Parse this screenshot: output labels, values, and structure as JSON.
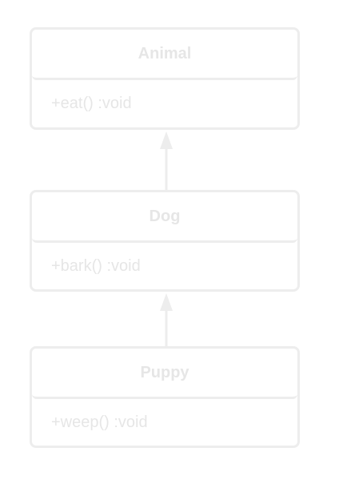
{
  "diagram": {
    "classes": [
      {
        "name": "Animal",
        "method": "+eat() :void"
      },
      {
        "name": "Dog",
        "method": "+bark() :void"
      },
      {
        "name": "Puppy",
        "method": "+weep() :void"
      }
    ],
    "relations": [
      {
        "from": "Dog",
        "to": "Animal",
        "type": "inheritance"
      },
      {
        "from": "Puppy",
        "to": "Dog",
        "type": "inheritance"
      }
    ],
    "colors": {
      "stroke": "#ededed",
      "text": "#e6e6e6",
      "background": "#ffffff"
    }
  }
}
